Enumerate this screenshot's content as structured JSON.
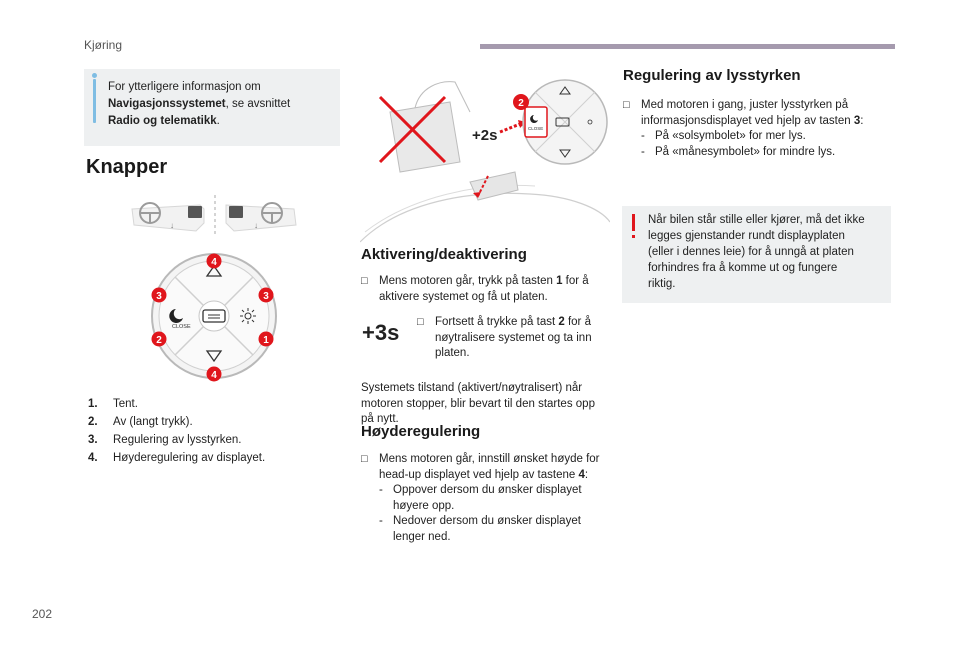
{
  "header": {
    "section": "Kjøring",
    "page_number": "202"
  },
  "info": {
    "line1": "For ytterligere informasjon om",
    "nav_bold": "Navigasjonssystemet",
    "nav_rest": ", se avsnittet",
    "radio_bold": "Radio og telematikk",
    "radio_rest": "."
  },
  "knapper": {
    "title": "Knapper",
    "diagram": {
      "callouts": [
        "4",
        "3",
        "3",
        "2",
        "1",
        "4"
      ],
      "close_label": "CLOSE"
    },
    "items": [
      {
        "num": "1.",
        "text": "Tent."
      },
      {
        "num": "2.",
        "text": "Av (langt trykk)."
      },
      {
        "num": "3.",
        "text": "Regulering av lysstyrken."
      },
      {
        "num": "4.",
        "text": "Høyderegulering av displayet."
      }
    ]
  },
  "illustration": {
    "badge_2s": "+2s",
    "callout": "2",
    "close_label": "CLOSE"
  },
  "aktivering": {
    "title": "Aktivering/deaktivering",
    "p1_line1": "Mens motoren går, trykk på tasten ",
    "p1_key": "1",
    "p1_line1_end": " for å",
    "p1_line2": "aktivere systemet og få ut platen.",
    "badge_3s": "+3s",
    "p2_line1a": "Fortsett å trykke på tast ",
    "p2_key": "2",
    "p2_line1b": " for å",
    "p2_line2": "nøytralisere systemet og ta inn",
    "p2_line3": "platen.",
    "p3_line1": "Systemets tilstand (aktivert/nøytralisert) når",
    "p3_line2": "motoren stopper, blir bevart til den startes opp",
    "p3_line3": "på nytt."
  },
  "hoyde": {
    "title": "Høyderegulering",
    "p1_line1": "Mens motoren går, innstill ønsket høyde for",
    "p1_line2a": "head-up displayet ved hjelp av tastene ",
    "p1_key": "4",
    "p1_line2b": ":",
    "d1_line1": "Oppover dersom du ønsker displayet",
    "d1_line2": "høyere opp.",
    "d2_line1": "Nedover dersom du ønsker displayet",
    "d2_line2": "lenger ned."
  },
  "lysstyrke": {
    "title": "Regulering av lysstyrken",
    "p1_line1": "Med motoren i gang, juster lysstyrken på",
    "p1_line2a": "informasjonsdisplayet ved hjelp av tasten ",
    "p1_key": "3",
    "p1_line2b": ":",
    "d1": "På «solsymbolet» for mer lys.",
    "d2": "På «månesymbolet» for mindre lys."
  },
  "warning": {
    "line1": "Når bilen står stille eller kjører, må det ikke",
    "line2": "legges gjenstander rundt displayplaten",
    "line3": "(eller i dennes leie) for å unngå at platen",
    "line4": "forhindres fra å komme ut og fungere",
    "line5": "riktig."
  },
  "colors": {
    "accent_red": "#e0161c",
    "info_blue": "#7fbde3",
    "header_bar": "#a59aae",
    "box_bg": "#eef0f1"
  },
  "icons": {
    "checkbox": "checkbox-icon",
    "moon": "moon-icon",
    "sun": "sun-icon",
    "triangle-up": "triangle-up-icon",
    "triangle-down": "triangle-down-icon",
    "windshield": "windshield-icon"
  }
}
